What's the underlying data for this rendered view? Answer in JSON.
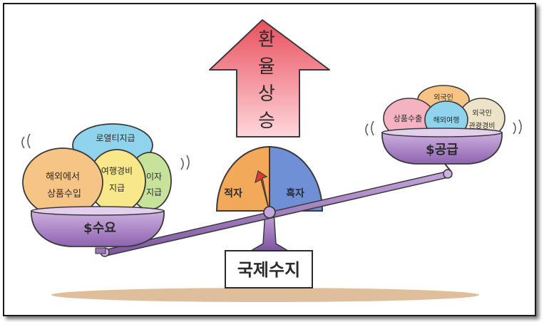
{
  "arrow": {
    "label_lines": [
      "환",
      "율",
      "상",
      "승"
    ],
    "color": "#f07a86"
  },
  "gauge": {
    "left_label": "적자",
    "right_label": "흑자",
    "left_color": "#f2a95a",
    "right_color": "#6f8fd6",
    "needle_color": "#e0392f"
  },
  "demand": {
    "label": "$수요",
    "items": [
      {
        "lines": [
          "로열티지급"
        ],
        "color": "#8fd3ec"
      },
      {
        "lines": [
          "해외에서",
          "상품수입"
        ],
        "color": "#f6c485"
      },
      {
        "lines": [
          "여행경비",
          "지급"
        ],
        "color": "#f8e88a"
      },
      {
        "lines": [
          "이자",
          "지급"
        ],
        "color": "#c7e39a"
      }
    ],
    "pan_color": "#b98fd1"
  },
  "supply": {
    "label": "$공급",
    "items": [
      {
        "lines": [
          "외국인"
        ],
        "color": "#f6c485"
      },
      {
        "lines": [
          "상품수출"
        ],
        "color": "#f5b3c2"
      },
      {
        "lines": [
          "해외여행"
        ],
        "color": "#8fd3ec"
      },
      {
        "lines": [
          "외국인",
          "관광경비"
        ],
        "color": "#ece3c8"
      }
    ],
    "pan_color": "#b98fd1"
  },
  "base": {
    "label": "국제수지"
  },
  "colors": {
    "beam": "#9b74b8",
    "shadow": "#d9b48a",
    "outline": "#3a3a3a"
  }
}
